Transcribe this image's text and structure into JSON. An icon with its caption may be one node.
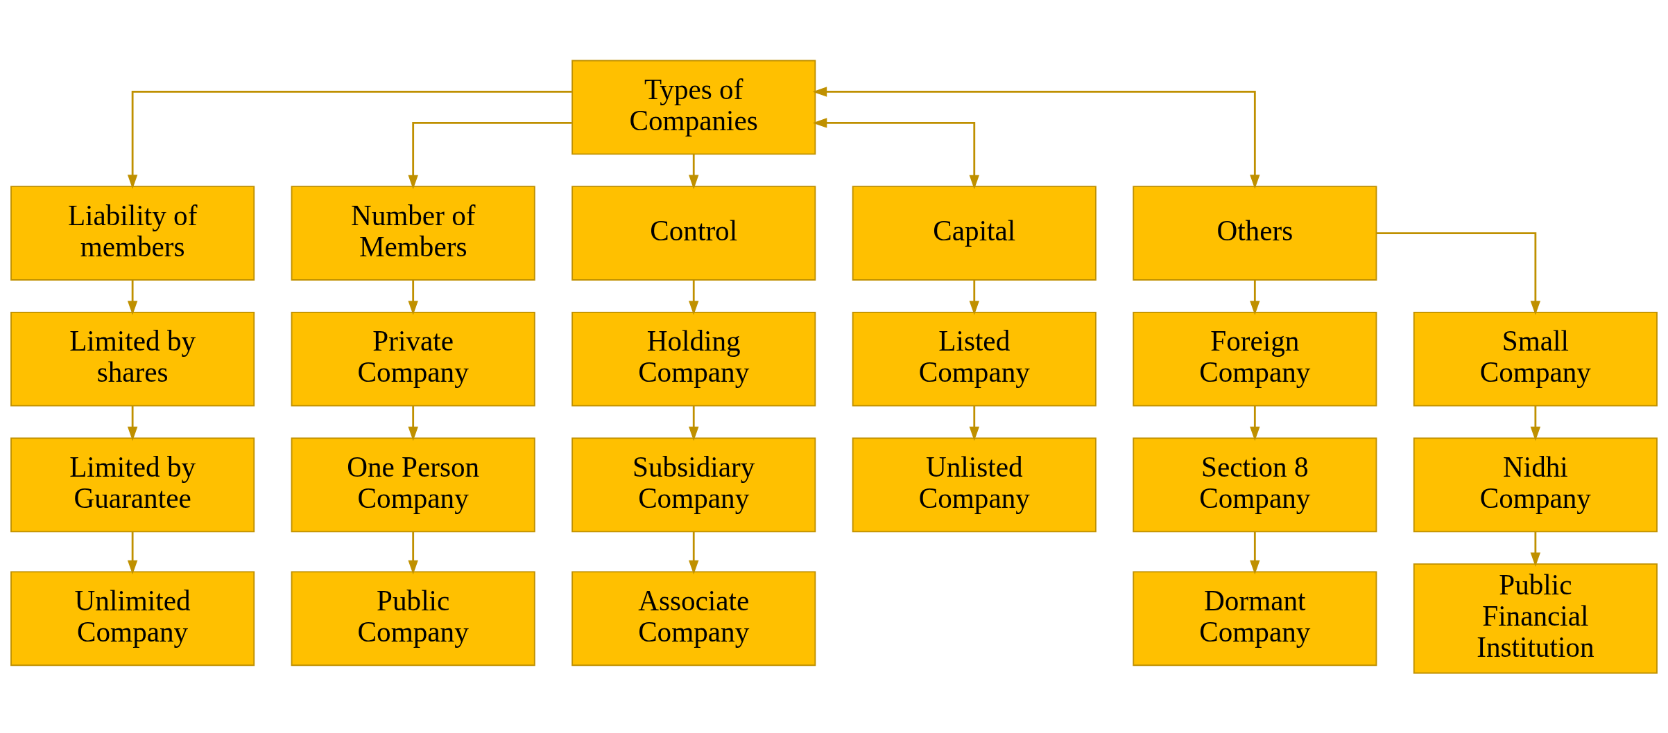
{
  "diagram": {
    "nodes": [
      {
        "text": [
          "Types of Companies"
        ]
      },
      {
        "text": [
          "Liability of members"
        ]
      },
      {
        "text": [
          "Number of Members"
        ]
      },
      {
        "text": [
          "Control"
        ]
      },
      {
        "text": [
          "Capital"
        ]
      },
      {
        "text": [
          "Others"
        ]
      },
      {
        "text": [
          "Limited by shares"
        ]
      },
      {
        "text": [
          "Limited by Guarantee"
        ]
      },
      {
        "text": [
          "Unlimited Company"
        ]
      },
      {
        "text": [
          "Private Company"
        ]
      },
      {
        "text": [
          "One Person Company"
        ]
      },
      {
        "text": [
          "Public Company"
        ]
      },
      {
        "text": [
          "Holding Company"
        ]
      },
      {
        "text": [
          "Subsidiary Company"
        ]
      },
      {
        "text": [
          "Associate Company"
        ]
      },
      {
        "text": [
          "Listed Company"
        ]
      },
      {
        "text": [
          "Unlisted Company"
        ]
      },
      {
        "text": [
          "Foreign Company"
        ]
      },
      {
        "text": [
          "Small Company"
        ]
      },
      {
        "text": [
          "Section 8 Company"
        ]
      },
      {
        "text": [
          "Nidhi Company"
        ]
      },
      {
        "text": [
          "Dormant Company"
        ]
      },
      {
        "text": [
          "Public Financial Institution"
        ]
      }
    ],
    "edges": [
      {
        "from": 0,
        "to": 1,
        "arrow": "to"
      },
      {
        "from": 0,
        "to": 2,
        "arrow": "to"
      },
      {
        "from": 0,
        "to": 3,
        "arrow": "to"
      },
      {
        "from": 0,
        "to": 4,
        "arrow": "both"
      },
      {
        "from": 0,
        "to": 5,
        "arrow": "both"
      },
      {
        "from": 1,
        "to": 6,
        "arrow": "to"
      },
      {
        "from": 6,
        "to": 7,
        "arrow": "to"
      },
      {
        "from": 7,
        "to": 8,
        "arrow": "to"
      },
      {
        "from": 2,
        "to": 9,
        "arrow": "to"
      },
      {
        "from": 9,
        "to": 10,
        "arrow": "to"
      },
      {
        "from": 10,
        "to": 11,
        "arrow": "to"
      },
      {
        "from": 3,
        "to": 12,
        "arrow": "to"
      },
      {
        "from": 12,
        "to": 13,
        "arrow": "to"
      },
      {
        "from": 13,
        "to": 14,
        "arrow": "to"
      },
      {
        "from": 4,
        "to": 15,
        "arrow": "to"
      },
      {
        "from": 15,
        "to": 16,
        "arrow": "to"
      },
      {
        "from": 5,
        "to": 17,
        "arrow": "to"
      },
      {
        "from": 5,
        "to": 18,
        "arrow": "to"
      },
      {
        "from": 17,
        "to": 19,
        "arrow": "to"
      },
      {
        "from": 19,
        "to": 21,
        "arrow": "to"
      },
      {
        "from": 18,
        "to": 20,
        "arrow": "to"
      },
      {
        "from": 20,
        "to": 22,
        "arrow": "to"
      }
    ]
  }
}
